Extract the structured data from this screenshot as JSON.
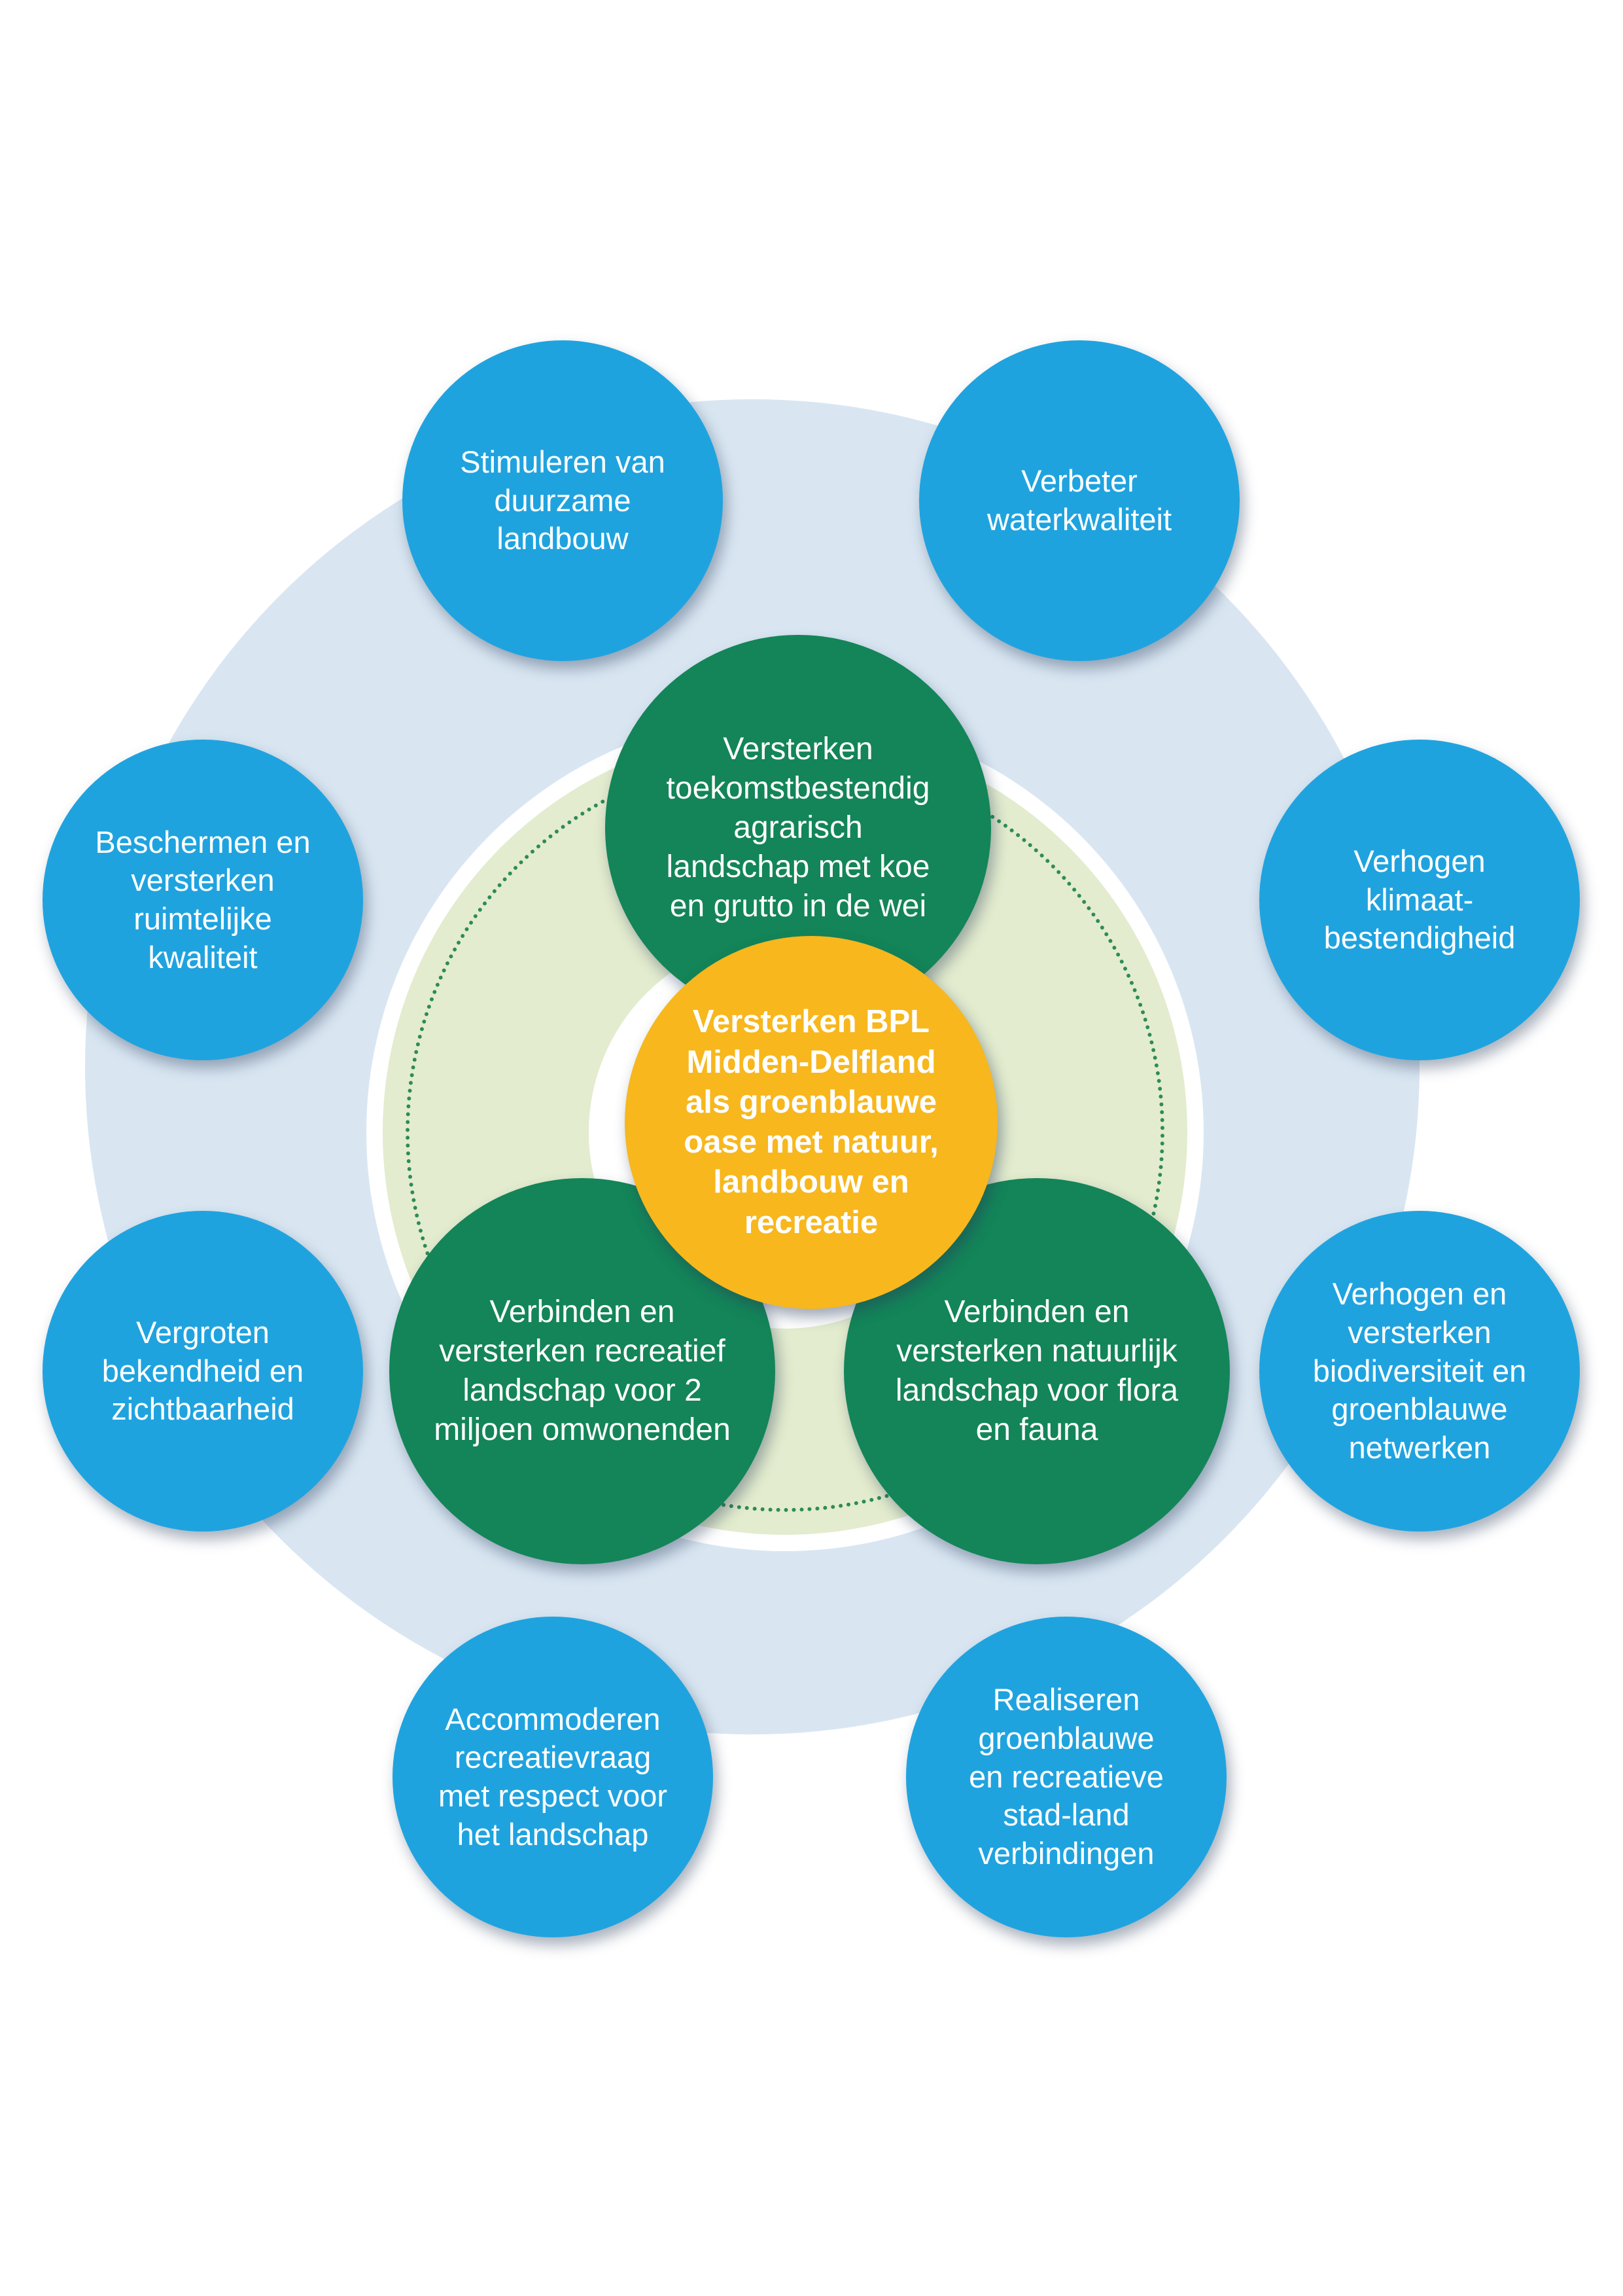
{
  "center": {
    "text": "Versterken BPL\nMidden-Delfland\nals groenblauwe\noase met natuur,\nlandbouw en\nrecreatie"
  },
  "inner_goals": [
    {
      "text": "Versterken\ntoekomstbestendig\nagrarisch\nlandschap met koe\nen grutto in de wei"
    },
    {
      "text": "Verbinden en\nversterken recreatief\nlandschap voor 2\nmiljoen omwonenden"
    },
    {
      "text": "Verbinden en\nversterken natuurlijk\nlandschap voor flora\nen fauna"
    }
  ],
  "outer_goals": [
    {
      "text": "Stimuleren van\nduurzame\nlandbouw"
    },
    {
      "text": "Verbeter\nwaterkwaliteit"
    },
    {
      "text": "Beschermen en\nversterken\nruimtelijke\nkwaliteit"
    },
    {
      "text": "Verhogen\nklimaat-\nbestendigheid"
    },
    {
      "text": "Vergroten\nbekendheid en\nzichtbaarheid"
    },
    {
      "text": "Verhogen en\nversterken\nbiodiversiteit en\ngroenblauwe\nnetwerken"
    },
    {
      "text": "Accommoderen\nrecreatievraag\nmet respect voor\nhet landschap"
    },
    {
      "text": "Realiseren\ngroenblauwe\nen recreatieve\nstad-land\nverbindingen"
    }
  ],
  "colors": {
    "outer_ring": "#d9e6f2",
    "green_ring": "#e3ecce",
    "blue_bubble": "#1fa3df",
    "green_bubble": "#138558",
    "center_bubble": "#f7b71d"
  }
}
